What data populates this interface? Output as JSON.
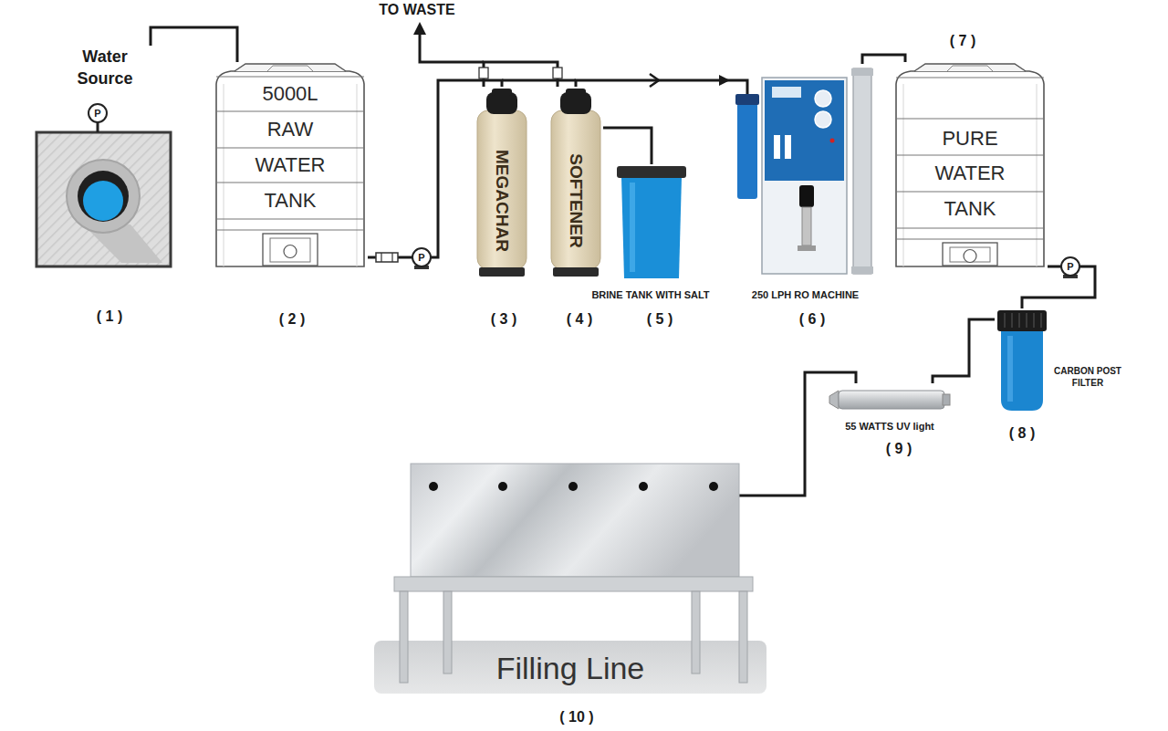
{
  "diagram": {
    "nodes": [
      {
        "text": [
          "Water Source"
        ]
      },
      {
        "text": [
          "5000L",
          "RAW",
          "WATER",
          "TANK"
        ]
      },
      {
        "text": [
          "MEGACHAR"
        ]
      },
      {
        "text": [
          "SOFTENER"
        ]
      },
      {
        "text": [
          "BRINE TANK WITH SALT"
        ]
      },
      {
        "text": [
          "250 LPH RO MACHINE"
        ]
      },
      {
        "text": [
          "PURE",
          "WATER",
          "TANK"
        ]
      },
      {
        "text": [
          "CARBON POST FILTER"
        ]
      },
      {
        "text": [
          "55 WATTS UV light"
        ]
      },
      {
        "text": [
          "Filling Line"
        ]
      }
    ],
    "edges": [
      {
        "from": 0,
        "to": 1,
        "arrow": "none"
      },
      {
        "from": 1,
        "to": 2,
        "arrow": "none"
      },
      {
        "from": 2,
        "to": 3,
        "arrow": "none"
      },
      {
        "from": 3,
        "to": 4,
        "arrow": "none"
      },
      {
        "from": 3,
        "to": 5,
        "arrow": "to"
      },
      {
        "from": 5,
        "to": 6,
        "arrow": "none"
      },
      {
        "from": 6,
        "to": 7,
        "arrow": "none"
      },
      {
        "from": 7,
        "to": 8,
        "arrow": "none"
      },
      {
        "from": 8,
        "to": 9,
        "arrow": "none"
      }
    ],
    "labels": [
      "TO WASTE",
      "P",
      "( 1 )",
      "( 2 )",
      "P",
      "( 3 )",
      "( 4 )",
      "( 5 )",
      "( 6 )",
      "( 7 )",
      "P",
      "( 8 )",
      "( 9 )",
      "( 10 )"
    ]
  }
}
